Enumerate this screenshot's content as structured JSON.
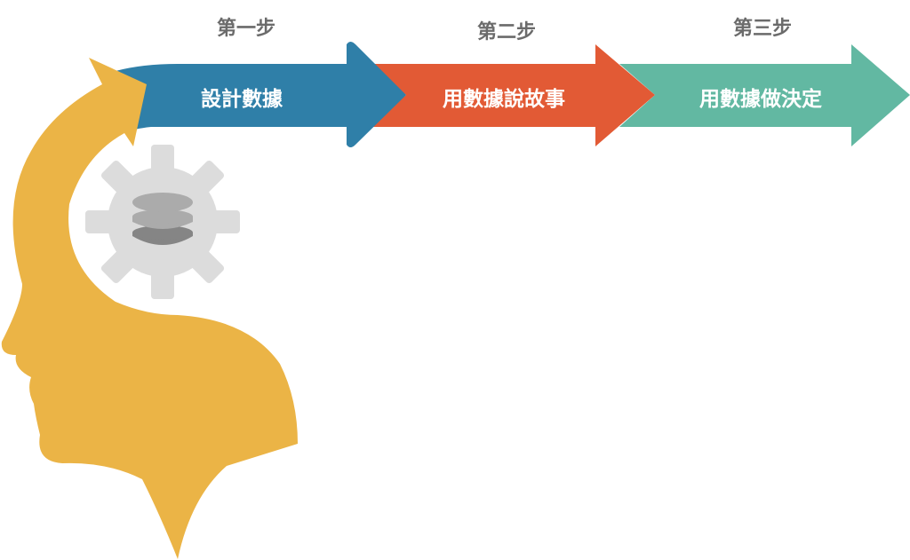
{
  "steps": [
    {
      "heading": "第一步",
      "label": "設計數據",
      "color": "#2f7fa8"
    },
    {
      "heading": "第二步",
      "label": "用數據說故事",
      "color": "#e25a35"
    },
    {
      "heading": "第三步",
      "label": "用數據做決定",
      "color": "#62b8a2"
    }
  ],
  "colors": {
    "head": "#ebb446",
    "gear": "#dcdcdc",
    "disk_light": "#ababab",
    "disk_dark": "#858585"
  }
}
